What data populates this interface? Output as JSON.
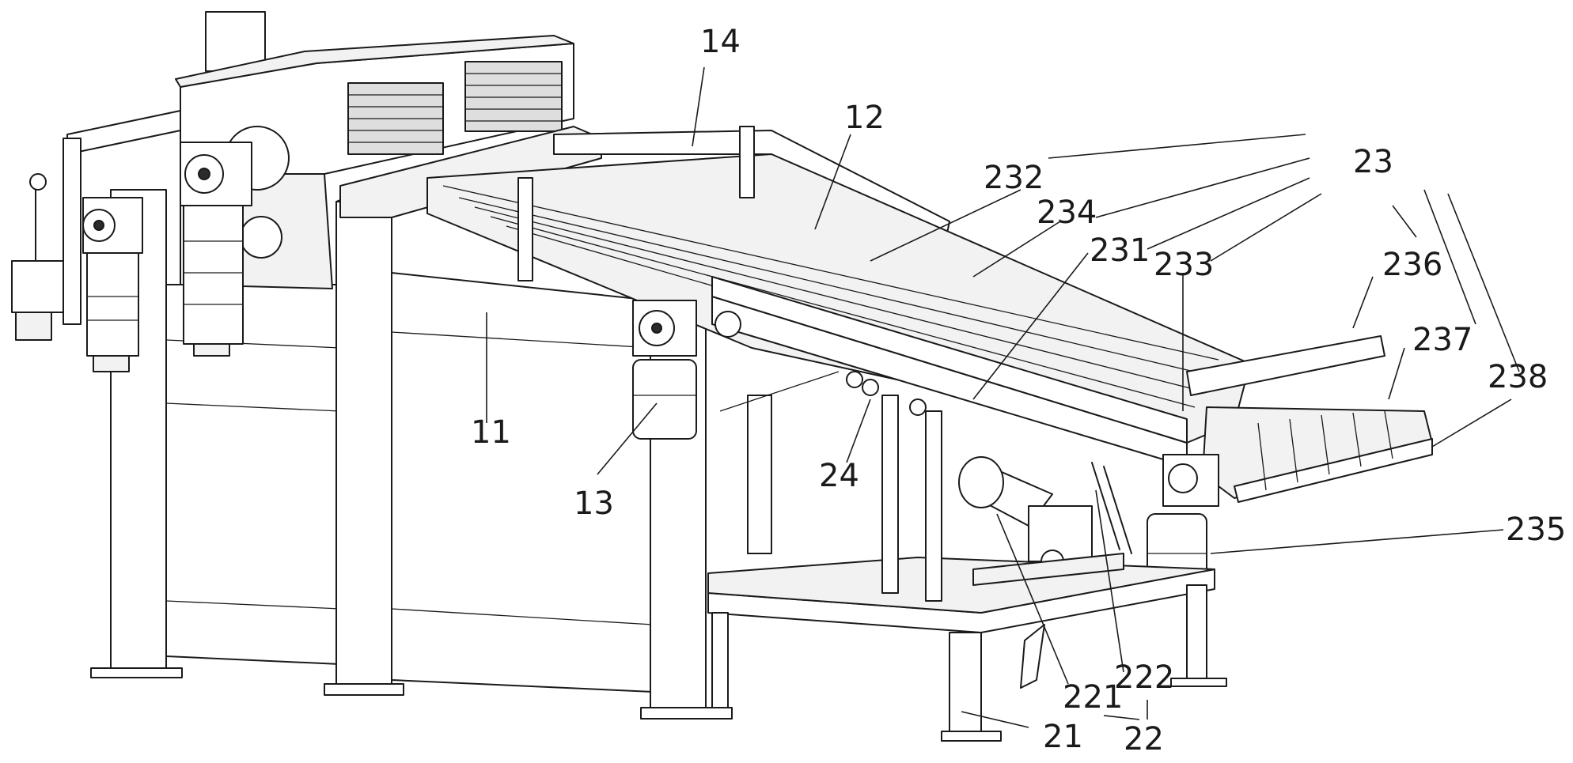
{
  "callouts": [
    {
      "id": "c14",
      "text": "14"
    },
    {
      "id": "c12",
      "text": "12"
    },
    {
      "id": "c232",
      "text": "232"
    },
    {
      "id": "c234",
      "text": "234"
    },
    {
      "id": "c23",
      "text": "23"
    },
    {
      "id": "c231",
      "text": "231"
    },
    {
      "id": "c233",
      "text": "233"
    },
    {
      "id": "c236",
      "text": "236"
    },
    {
      "id": "c237",
      "text": "237"
    },
    {
      "id": "c238",
      "text": "238"
    },
    {
      "id": "c11",
      "text": "11"
    },
    {
      "id": "c13",
      "text": "13"
    },
    {
      "id": "c24",
      "text": "24"
    },
    {
      "id": "c235",
      "text": "235"
    },
    {
      "id": "c221",
      "text": "221"
    },
    {
      "id": "c222",
      "text": "222"
    },
    {
      "id": "c21",
      "text": "21"
    },
    {
      "id": "c22",
      "text": "22"
    }
  ]
}
